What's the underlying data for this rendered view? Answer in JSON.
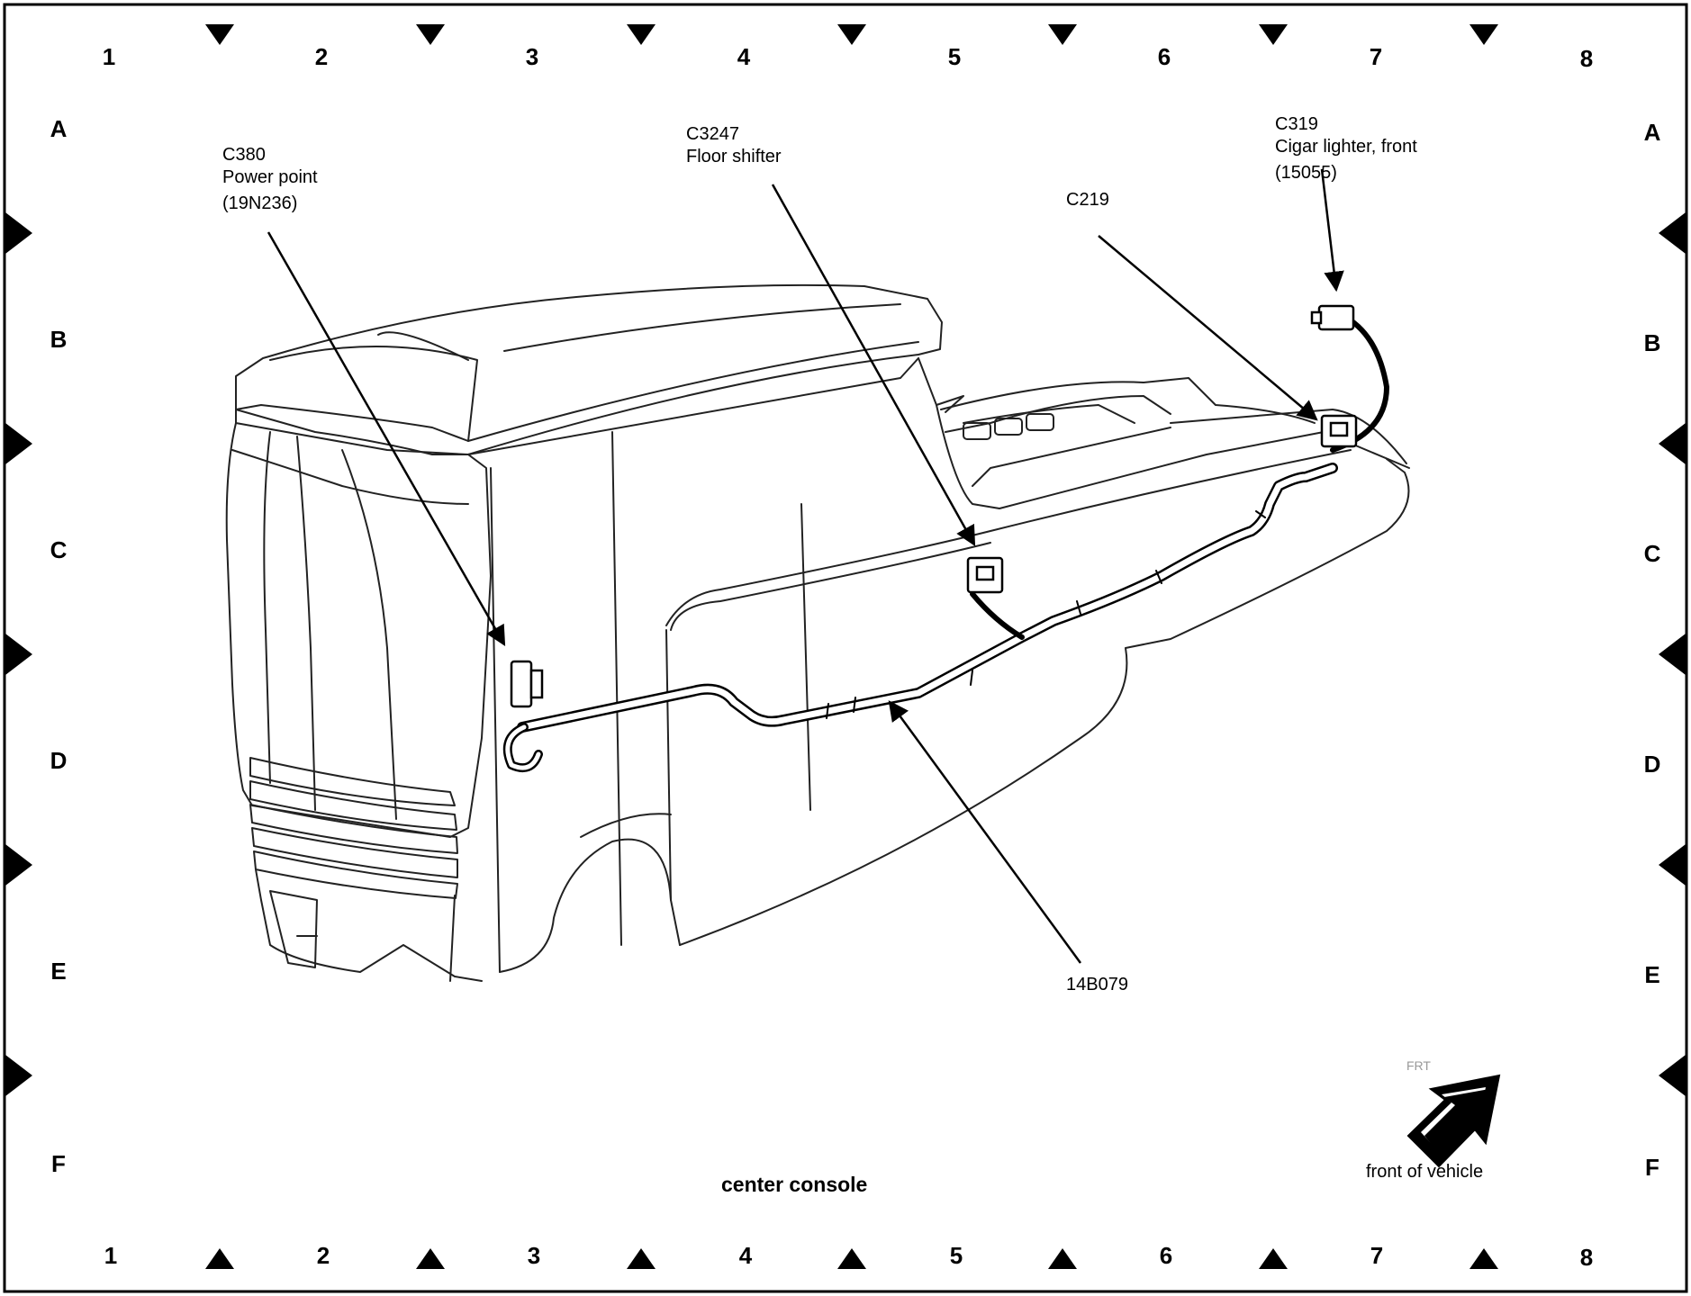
{
  "grid": {
    "columns": [
      "1",
      "2",
      "3",
      "4",
      "5",
      "6",
      "7",
      "8"
    ],
    "rows": [
      "A",
      "B",
      "C",
      "D",
      "E",
      "F"
    ]
  },
  "callouts": {
    "c380": {
      "id": "C380",
      "desc": "Power point",
      "part": "(19N236)"
    },
    "c3247": {
      "id": "C3247",
      "desc": "Floor shifter"
    },
    "c319": {
      "id": "C319",
      "desc": "Cigar lighter, front",
      "part": "(15055)"
    },
    "c219": {
      "id": "C219"
    },
    "harness": {
      "id": "14B079"
    }
  },
  "view_title": "center console",
  "orientation": {
    "label": "front of vehicle",
    "mark": "FRT"
  }
}
